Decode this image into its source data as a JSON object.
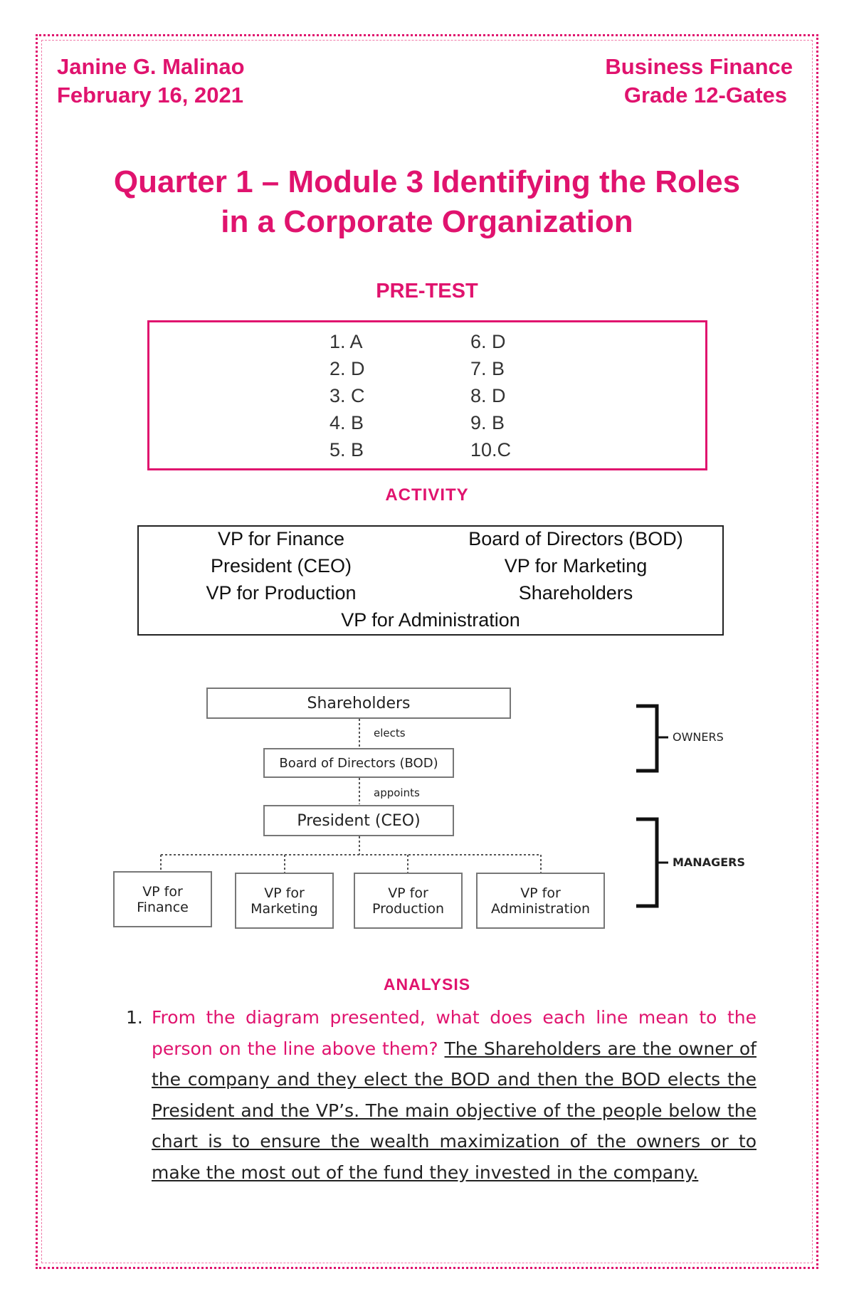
{
  "header": {
    "name": "Janine G. Malinao",
    "date": "February 16, 2021",
    "subject": "Business Finance",
    "grade": "Grade 12-Gates"
  },
  "title": {
    "line1": "Quarter 1 – Module 3 Identifying the Roles",
    "line2": "in a Corporate Organization"
  },
  "pretest": {
    "heading": "PRE-TEST",
    "left": [
      "1.  A",
      "2.  D",
      "3.  C",
      "4.  B",
      "5.  B"
    ],
    "right": [
      "6.  D",
      "7.  B",
      "8.  D",
      "9.  B",
      "10.C"
    ]
  },
  "activity": {
    "heading": "ACTIVITY",
    "left": [
      "VP for Finance",
      "President (CEO)",
      "VP for Production"
    ],
    "right": [
      "Board of Directors (BOD)",
      "VP for Marketing",
      "Shareholders"
    ],
    "bottom": "VP for Administration"
  },
  "org_chart": {
    "shareholders": "Shareholders",
    "elects": "elects",
    "bod": "Board of Directors (BOD)",
    "appoints": "appoints",
    "president": "President (CEO)",
    "vps": [
      "VP for Finance",
      "VP for Marketing",
      "VP for Production",
      "VP for Administration"
    ],
    "owners": "OWNERS",
    "managers": "MANAGERS"
  },
  "analysis": {
    "heading": "ANALYSIS",
    "number": "1.",
    "question": "From the diagram presented, what does each line mean to the person on the line above them?",
    "answer": "The Shareholders are the owner of the company and they elect the BOD and then the BOD elects the President and the VP’s. The main objective of the people below the chart is to ensure the wealth maximization of the owners or to make the most out of the fund they invested in the company."
  }
}
